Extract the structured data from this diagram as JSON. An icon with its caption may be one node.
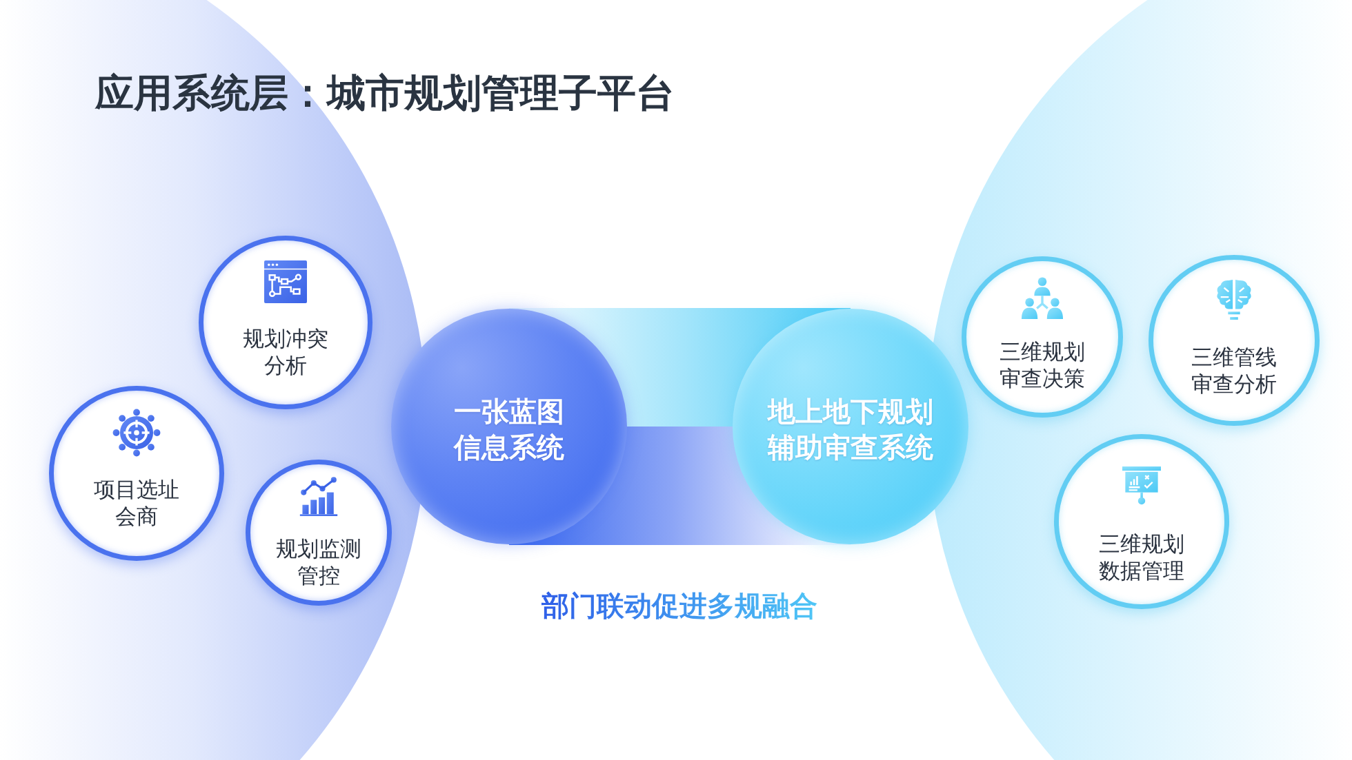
{
  "diagram": {
    "title": "应用系统层：城市规划管理子平台",
    "nodes": [
      {
        "text": [
          "规划冲突分析"
        ]
      },
      {
        "text": [
          "项目选址会商"
        ]
      },
      {
        "text": [
          "规划监测管控"
        ]
      },
      {
        "text": [
          "一张蓝图信息系统"
        ]
      },
      {
        "text": [
          "地上地下规划辅助审查系统"
        ]
      },
      {
        "text": [
          "三维规划审查决策"
        ]
      },
      {
        "text": [
          "三维管线审查分析"
        ]
      },
      {
        "text": [
          "三维规划数据管理"
        ]
      }
    ],
    "labels": [
      "部门联动促进多规融合"
    ]
  }
}
